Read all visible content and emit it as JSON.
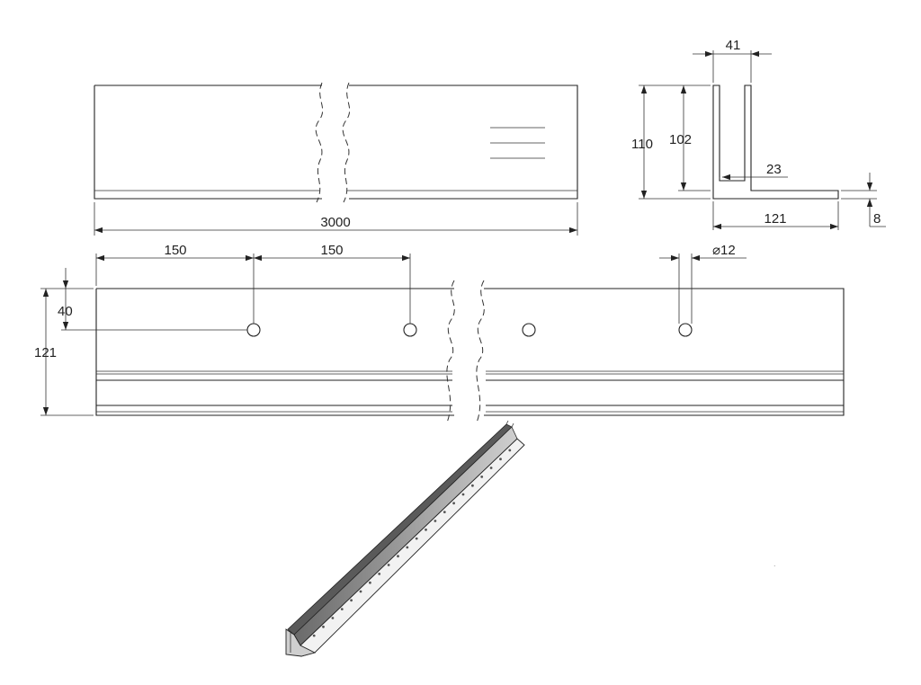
{
  "drawing": {
    "front_view": {
      "length_label": "3000"
    },
    "section_view": {
      "width_label": "41",
      "height_outer_label": "110",
      "height_inner_label": "102",
      "slot_label": "23",
      "base_label": "121",
      "thickness_label": "8"
    },
    "plan_view": {
      "spacing_1_label": "150",
      "spacing_2_label": "150",
      "hole_diameter_label": "⌀12",
      "edge_offset_label": "40",
      "width_label": "121"
    },
    "iso_view": {
      "hole_count": 22
    }
  }
}
